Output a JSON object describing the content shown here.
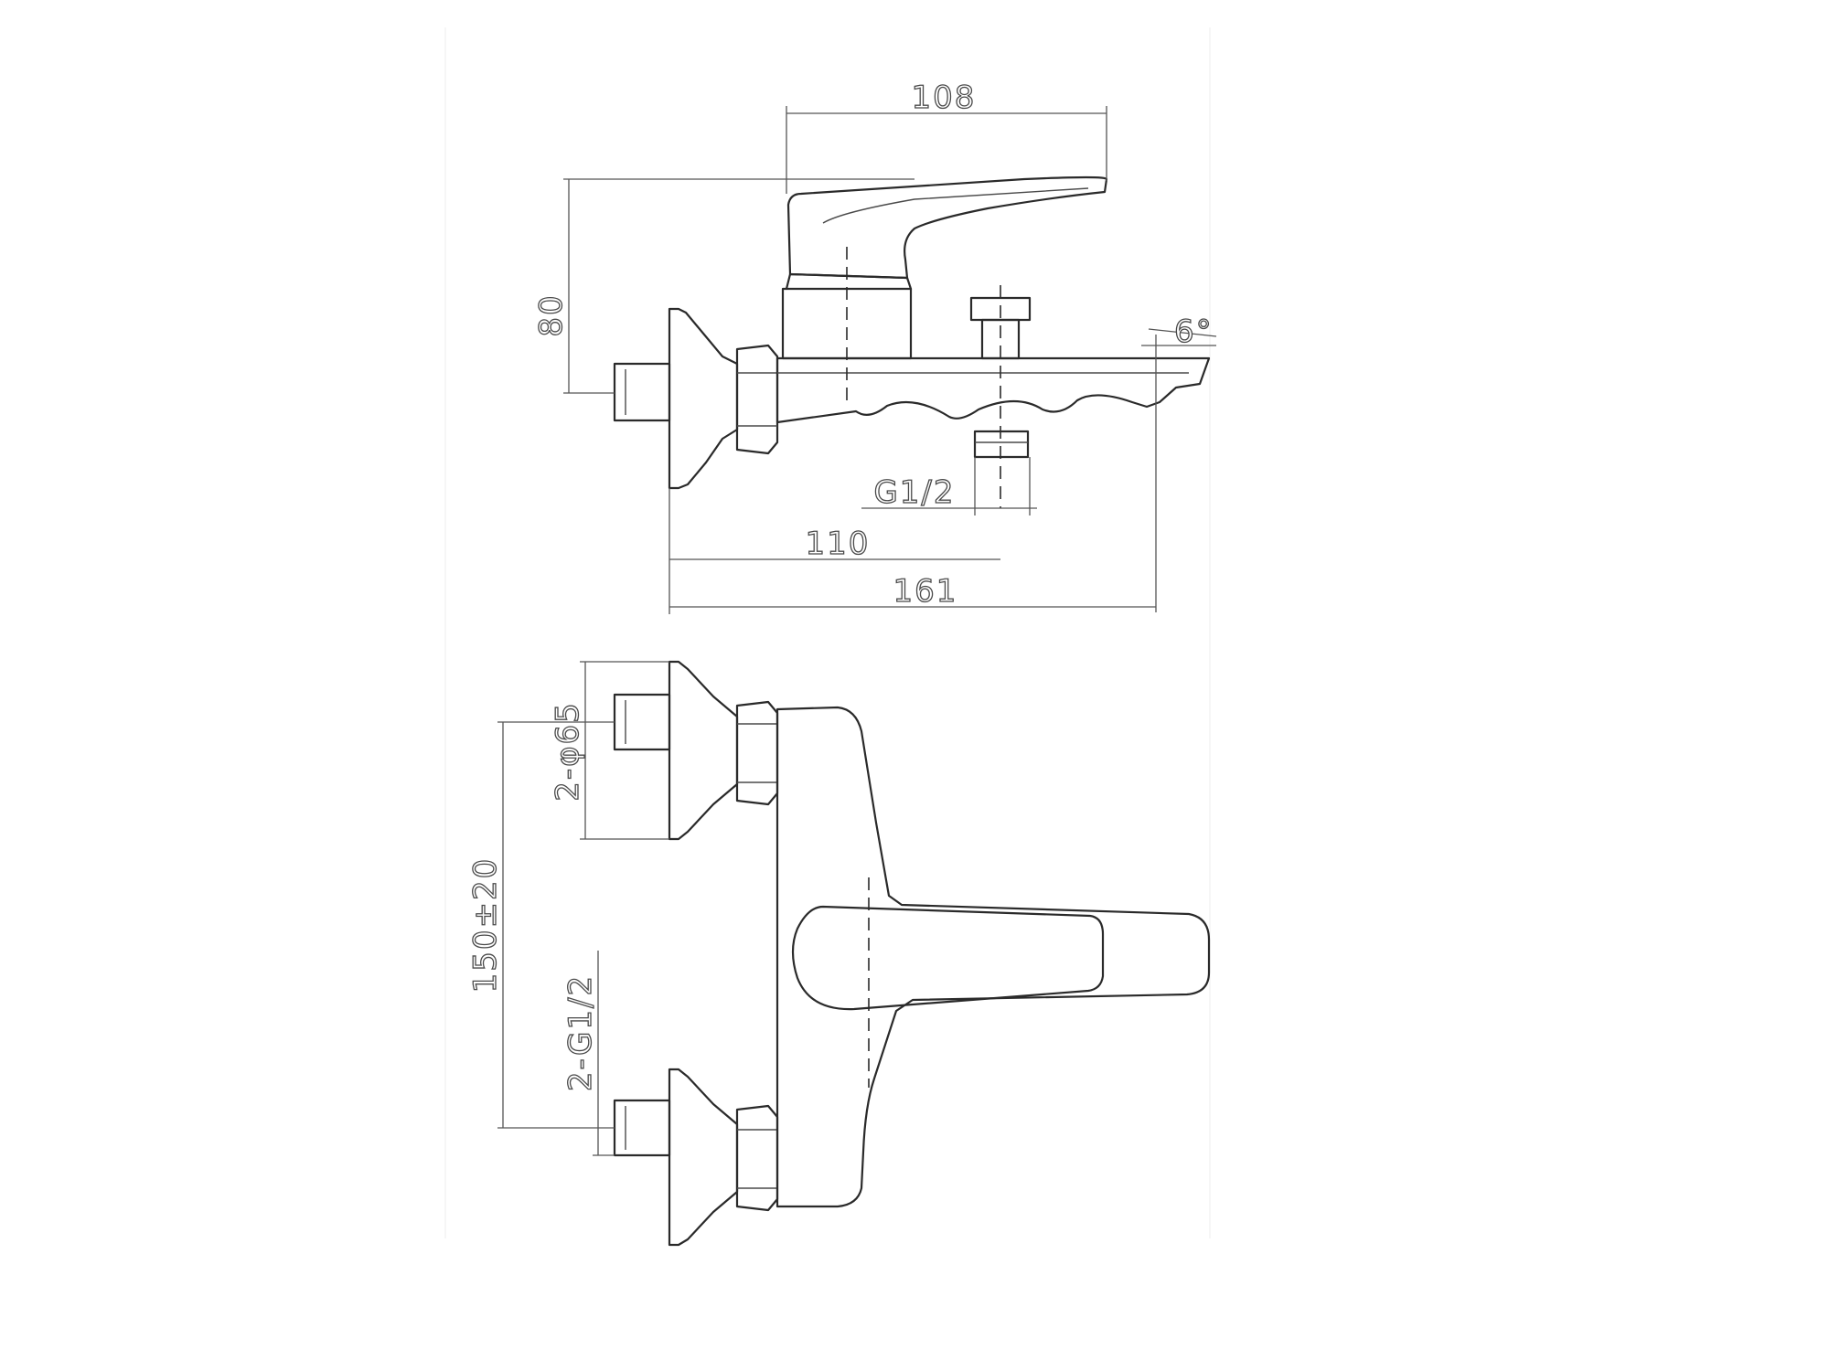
{
  "drawing": {
    "labels": {
      "width_108": "108",
      "height_80": "80",
      "angle_6": "6°",
      "thread_g12": "G1/2",
      "length_110": "110",
      "length_161": "161",
      "flange_dia": "2-φ65",
      "centers": "150±20",
      "inlets": "2-G1/2"
    },
    "colors": {
      "line": "#2a2a2a",
      "dimension": "#555555",
      "background": "#ffffff"
    }
  }
}
